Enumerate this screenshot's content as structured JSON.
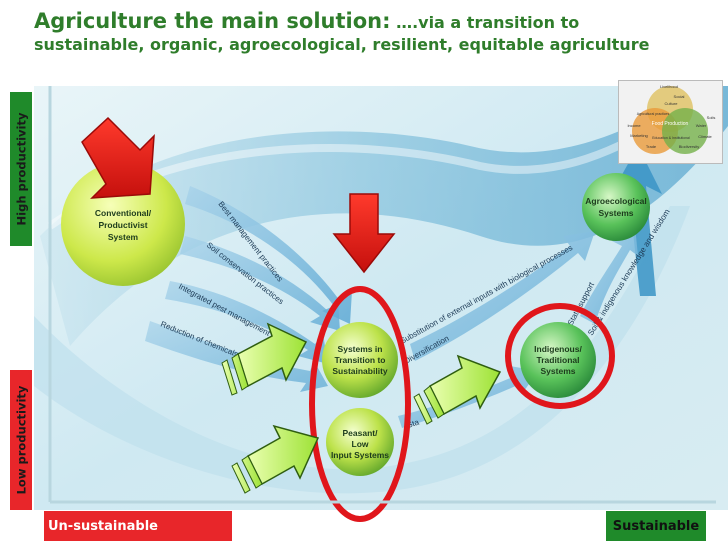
{
  "title": {
    "line1_main": "Agriculture the main solution:",
    "line1_tail": "….via a transition to",
    "line2": "sustainable, organic, agroecological, resilient, equitable agriculture"
  },
  "axes": {
    "high": "High  productivity",
    "low": "Low productivity",
    "left": "Un-sustainable",
    "right": "Sustainable"
  },
  "nodes": {
    "conventional": [
      "Conventional/",
      "Productivist",
      "System"
    ],
    "transition": [
      "Systems in",
      "Transition to",
      "Sustainability"
    ],
    "peasant": [
      "Peasant/",
      "Low",
      "Input Systems"
    ],
    "indigenous": [
      "Indigenous/",
      "Traditional",
      "Systems"
    ],
    "agroecological": [
      "Agroecological",
      "Systems"
    ]
  },
  "arrow_labels": {
    "bmp": "Best management practices",
    "soil": "Soil conservation practices",
    "ipm": "Integrated pest management",
    "chem": "Reduction of chemicals",
    "subst": "Substitution of external inputs with biological processes",
    "divers": "Diversification",
    "state": "State support",
    "soil_indig": "Soil & indigenous knowledge and wisdom",
    "sta": "Sta"
  },
  "venn": {
    "center": "Food Production",
    "labels": [
      "Livelihood",
      "Social",
      "Culture",
      "Income",
      "Water",
      "Marketing",
      "Trade",
      "Biodiversity",
      "Climate",
      "Soils",
      "Education & Institutional",
      "Agricultural practices"
    ]
  },
  "colors": {
    "title_green": "#2f7d2b",
    "axis_green": "#1f8a2a",
    "axis_red": "#e8262a",
    "highlight_red": "#e0161b",
    "pointer_green": "#b7f25a"
  }
}
